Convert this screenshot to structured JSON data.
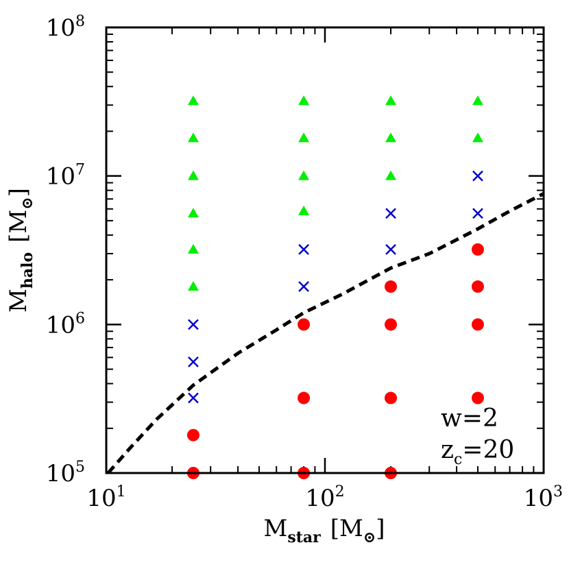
{
  "chart_data": {
    "type": "scatter",
    "x_scale": "log",
    "y_scale": "log",
    "xlim": [
      10,
      1000
    ],
    "ylim": [
      100000,
      100000000
    ],
    "grid": false,
    "x_axis": {
      "title_main": "M",
      "title_sub": "star",
      "title_unit_open": "[M",
      "title_unit_sub": "⊙",
      "title_unit_close": "]",
      "ticks": [
        {
          "value": 10,
          "base": "10",
          "exp": "1"
        },
        {
          "value": 100,
          "base": "10",
          "exp": "2"
        },
        {
          "value": 1000,
          "base": "10",
          "exp": "3"
        }
      ]
    },
    "y_axis": {
      "title_main": "M",
      "title_sub": "halo",
      "title_unit_open": "[M",
      "title_unit_sub": "⊙",
      "title_unit_close": "]",
      "ticks": [
        {
          "value": 100000,
          "base": "10",
          "exp": "5"
        },
        {
          "value": 1000000,
          "base": "10",
          "exp": "6"
        },
        {
          "value": 10000000,
          "base": "10",
          "exp": "7"
        },
        {
          "value": 100000000,
          "base": "10",
          "exp": "8"
        }
      ]
    },
    "series": [
      {
        "marker": "triangle",
        "color": "#00ee00",
        "points": [
          [
            25,
            32000000
          ],
          [
            25,
            18000000
          ],
          [
            25,
            10000000
          ],
          [
            25,
            5600000
          ],
          [
            25,
            3200000
          ],
          [
            25,
            1800000
          ],
          [
            80,
            32000000
          ],
          [
            80,
            18000000
          ],
          [
            80,
            10000000
          ],
          [
            80,
            5800000
          ],
          [
            200,
            32000000
          ],
          [
            200,
            18000000
          ],
          [
            200,
            10000000
          ],
          [
            500,
            32000000
          ],
          [
            500,
            18000000
          ]
        ]
      },
      {
        "marker": "cross",
        "color": "#0000cc",
        "points": [
          [
            25,
            1000000
          ],
          [
            25,
            560000
          ],
          [
            25,
            320000
          ],
          [
            80,
            3200000
          ],
          [
            80,
            1800000
          ],
          [
            200,
            5600000
          ],
          [
            200,
            3200000
          ],
          [
            500,
            10000000
          ],
          [
            500,
            5600000
          ]
        ]
      },
      {
        "marker": "circle",
        "color": "#ff0000",
        "points": [
          [
            25,
            180000
          ],
          [
            25,
            100000
          ],
          [
            80,
            1000000
          ],
          [
            80,
            320000
          ],
          [
            80,
            100000
          ],
          [
            200,
            1800000
          ],
          [
            200,
            1000000
          ],
          [
            200,
            320000
          ],
          [
            200,
            100000
          ],
          [
            500,
            3200000
          ],
          [
            500,
            1800000
          ],
          [
            500,
            1000000
          ],
          [
            500,
            320000
          ]
        ]
      },
      {
        "marker": "dashed-line",
        "color": "#000000",
        "points": [
          [
            10.2,
            100000
          ],
          [
            13,
            150000
          ],
          [
            17,
            230000
          ],
          [
            25,
            390000
          ],
          [
            40,
            640000
          ],
          [
            60,
            920000
          ],
          [
            80,
            1200000
          ],
          [
            120,
            1600000
          ],
          [
            200,
            2400000
          ],
          [
            300,
            3000000
          ],
          [
            500,
            4400000
          ],
          [
            700,
            5800000
          ],
          [
            1000,
            7600000
          ]
        ]
      }
    ],
    "annotations": [
      {
        "main": "w=2",
        "sub": ""
      },
      {
        "main": "z",
        "sub": "c",
        "tail": "=20"
      }
    ]
  }
}
